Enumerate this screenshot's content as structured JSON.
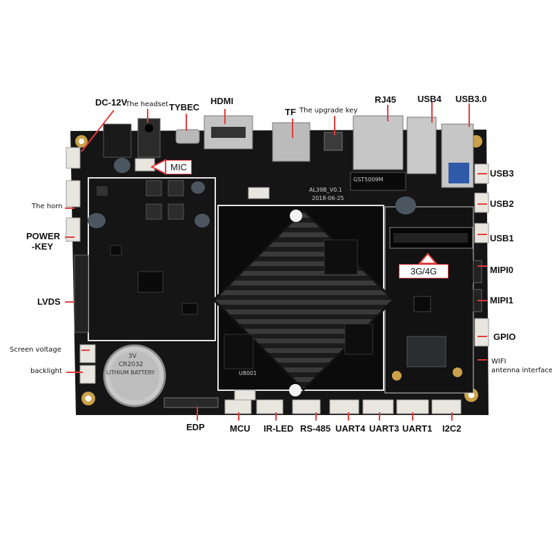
{
  "labels": {
    "dc12v": "DC-12V",
    "headset": "The headset",
    "tybec": "TYBEC",
    "hdmi": "HDMI",
    "tf": "TF",
    "upgrade_key": "The upgrade key",
    "rj45": "RJ45",
    "usb4": "USB4",
    "usb30": "USB3.0",
    "usb3": "USB3",
    "usb2": "USB2",
    "usb1": "USB1",
    "mipi0": "MIPI0",
    "mipi1": "MIPI1",
    "gpio": "GPIO",
    "wifi_1": "WIFI",
    "wifi_2": "antenna interface",
    "mic": "MIC",
    "g34": "3G/4G",
    "horn": "The horn",
    "power_1": "POWER",
    "power_2": "-KEY",
    "lvds": "LVDS",
    "screen_voltage": "Screen voltage",
    "backlight": "backlight",
    "edp": "EDP",
    "mcu": "MCU",
    "irled": "IR-LED",
    "rs485": "RS-485",
    "uart4": "UART4",
    "uart3": "UART3",
    "uart1": "UART1",
    "i2c2": "I2C2"
  },
  "board_print": {
    "version": "AL39B_V0.1",
    "date": "2018-06-25",
    "battery_1": "3V",
    "battery_2": "CR2032",
    "battery_3": "LITHIUM BATTERY",
    "chip": "U8001",
    "transformer": "GST5009M"
  },
  "colors": {
    "pointer": "#e23b3b",
    "board": "#151515",
    "connector": "#e9e6df"
  }
}
